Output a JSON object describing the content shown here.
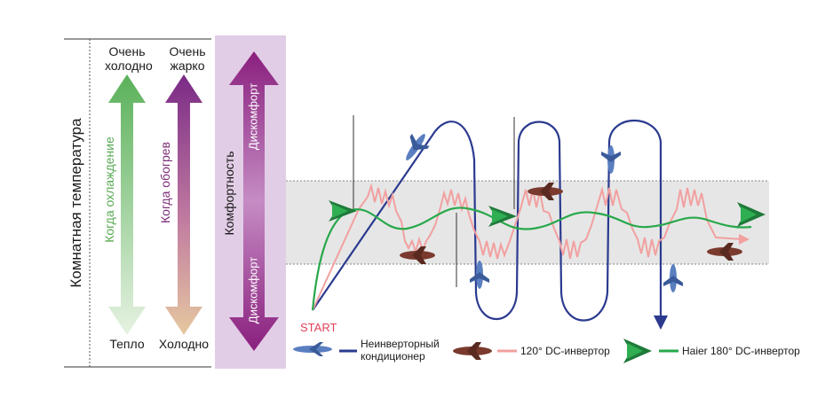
{
  "room_temperature_label": "Комнатная температура",
  "very_cold": [
    "Очень",
    "холодно"
  ],
  "very_hot": [
    "Очень",
    "жарко"
  ],
  "cooling_label": "Когда охлаждение",
  "heating_label": "Когда обогрев",
  "warm_label": "Тепло",
  "cold_label": "Холодно",
  "comfort_label": "Комфортность",
  "discomfort_top": "Дискомфорт",
  "discomfort_bottom": "Дискомфорт",
  "start_label": "START",
  "legend": [
    {
      "icon": "blue-plane-icon",
      "label_line1": "Неинверторный",
      "label_line2": "кондиционер",
      "color": "#2b3a8f"
    },
    {
      "icon": "brown-plane-icon",
      "label": "120°  DC-инвертор",
      "color": "#f2a0a0"
    },
    {
      "icon": "green-plane-icon",
      "label": "Haier 180° DC-инвертор",
      "color": "#27a84a"
    }
  ],
  "colors": {
    "cooling_arrow": "#6db86b",
    "heating_arrow": "#8e3d8e",
    "comfort_panel": "#e2cde6",
    "comfort_band": "#e6e6e6",
    "start": "#e0405a"
  }
}
